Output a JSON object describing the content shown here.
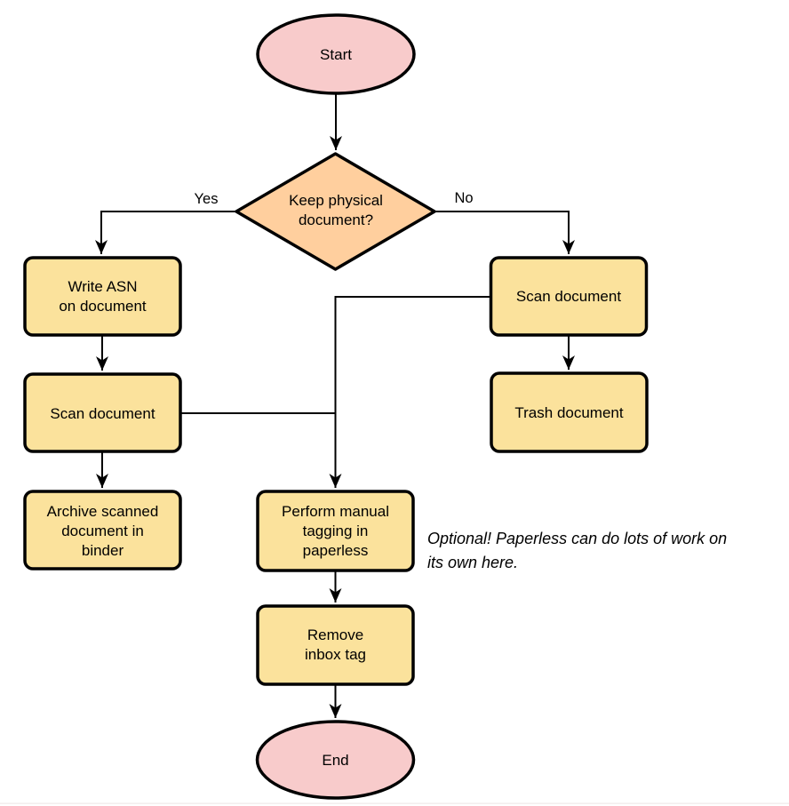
{
  "colors": {
    "background": "#ffffff",
    "terminal_fill": "#f8cbcb",
    "decision_fill": "#ffcf9e",
    "process_fill": "#fbe29c",
    "stroke": "#000000",
    "bottom_rule": "#f0e8e8"
  },
  "nodes": {
    "start": {
      "label": "Start"
    },
    "decision": {
      "lines": [
        "Keep physical",
        "document?"
      ]
    },
    "write_asn": {
      "lines": [
        "Write ASN",
        "on document"
      ]
    },
    "scan_left": {
      "label": "Scan document"
    },
    "archive": {
      "lines": [
        "Archive scanned",
        "document in",
        "binder"
      ]
    },
    "scan_right": {
      "label": "Scan document"
    },
    "trash": {
      "label": "Trash document"
    },
    "tagging": {
      "lines": [
        "Perform manual",
        "tagging in",
        "paperless"
      ]
    },
    "remove_inbox": {
      "lines": [
        "Remove",
        "inbox tag"
      ]
    },
    "end": {
      "label": "End"
    }
  },
  "edge_labels": {
    "yes": "Yes",
    "no": "No"
  },
  "annotation": {
    "lines": [
      "Optional! Paperless can do lots of work on",
      "its own here."
    ]
  }
}
